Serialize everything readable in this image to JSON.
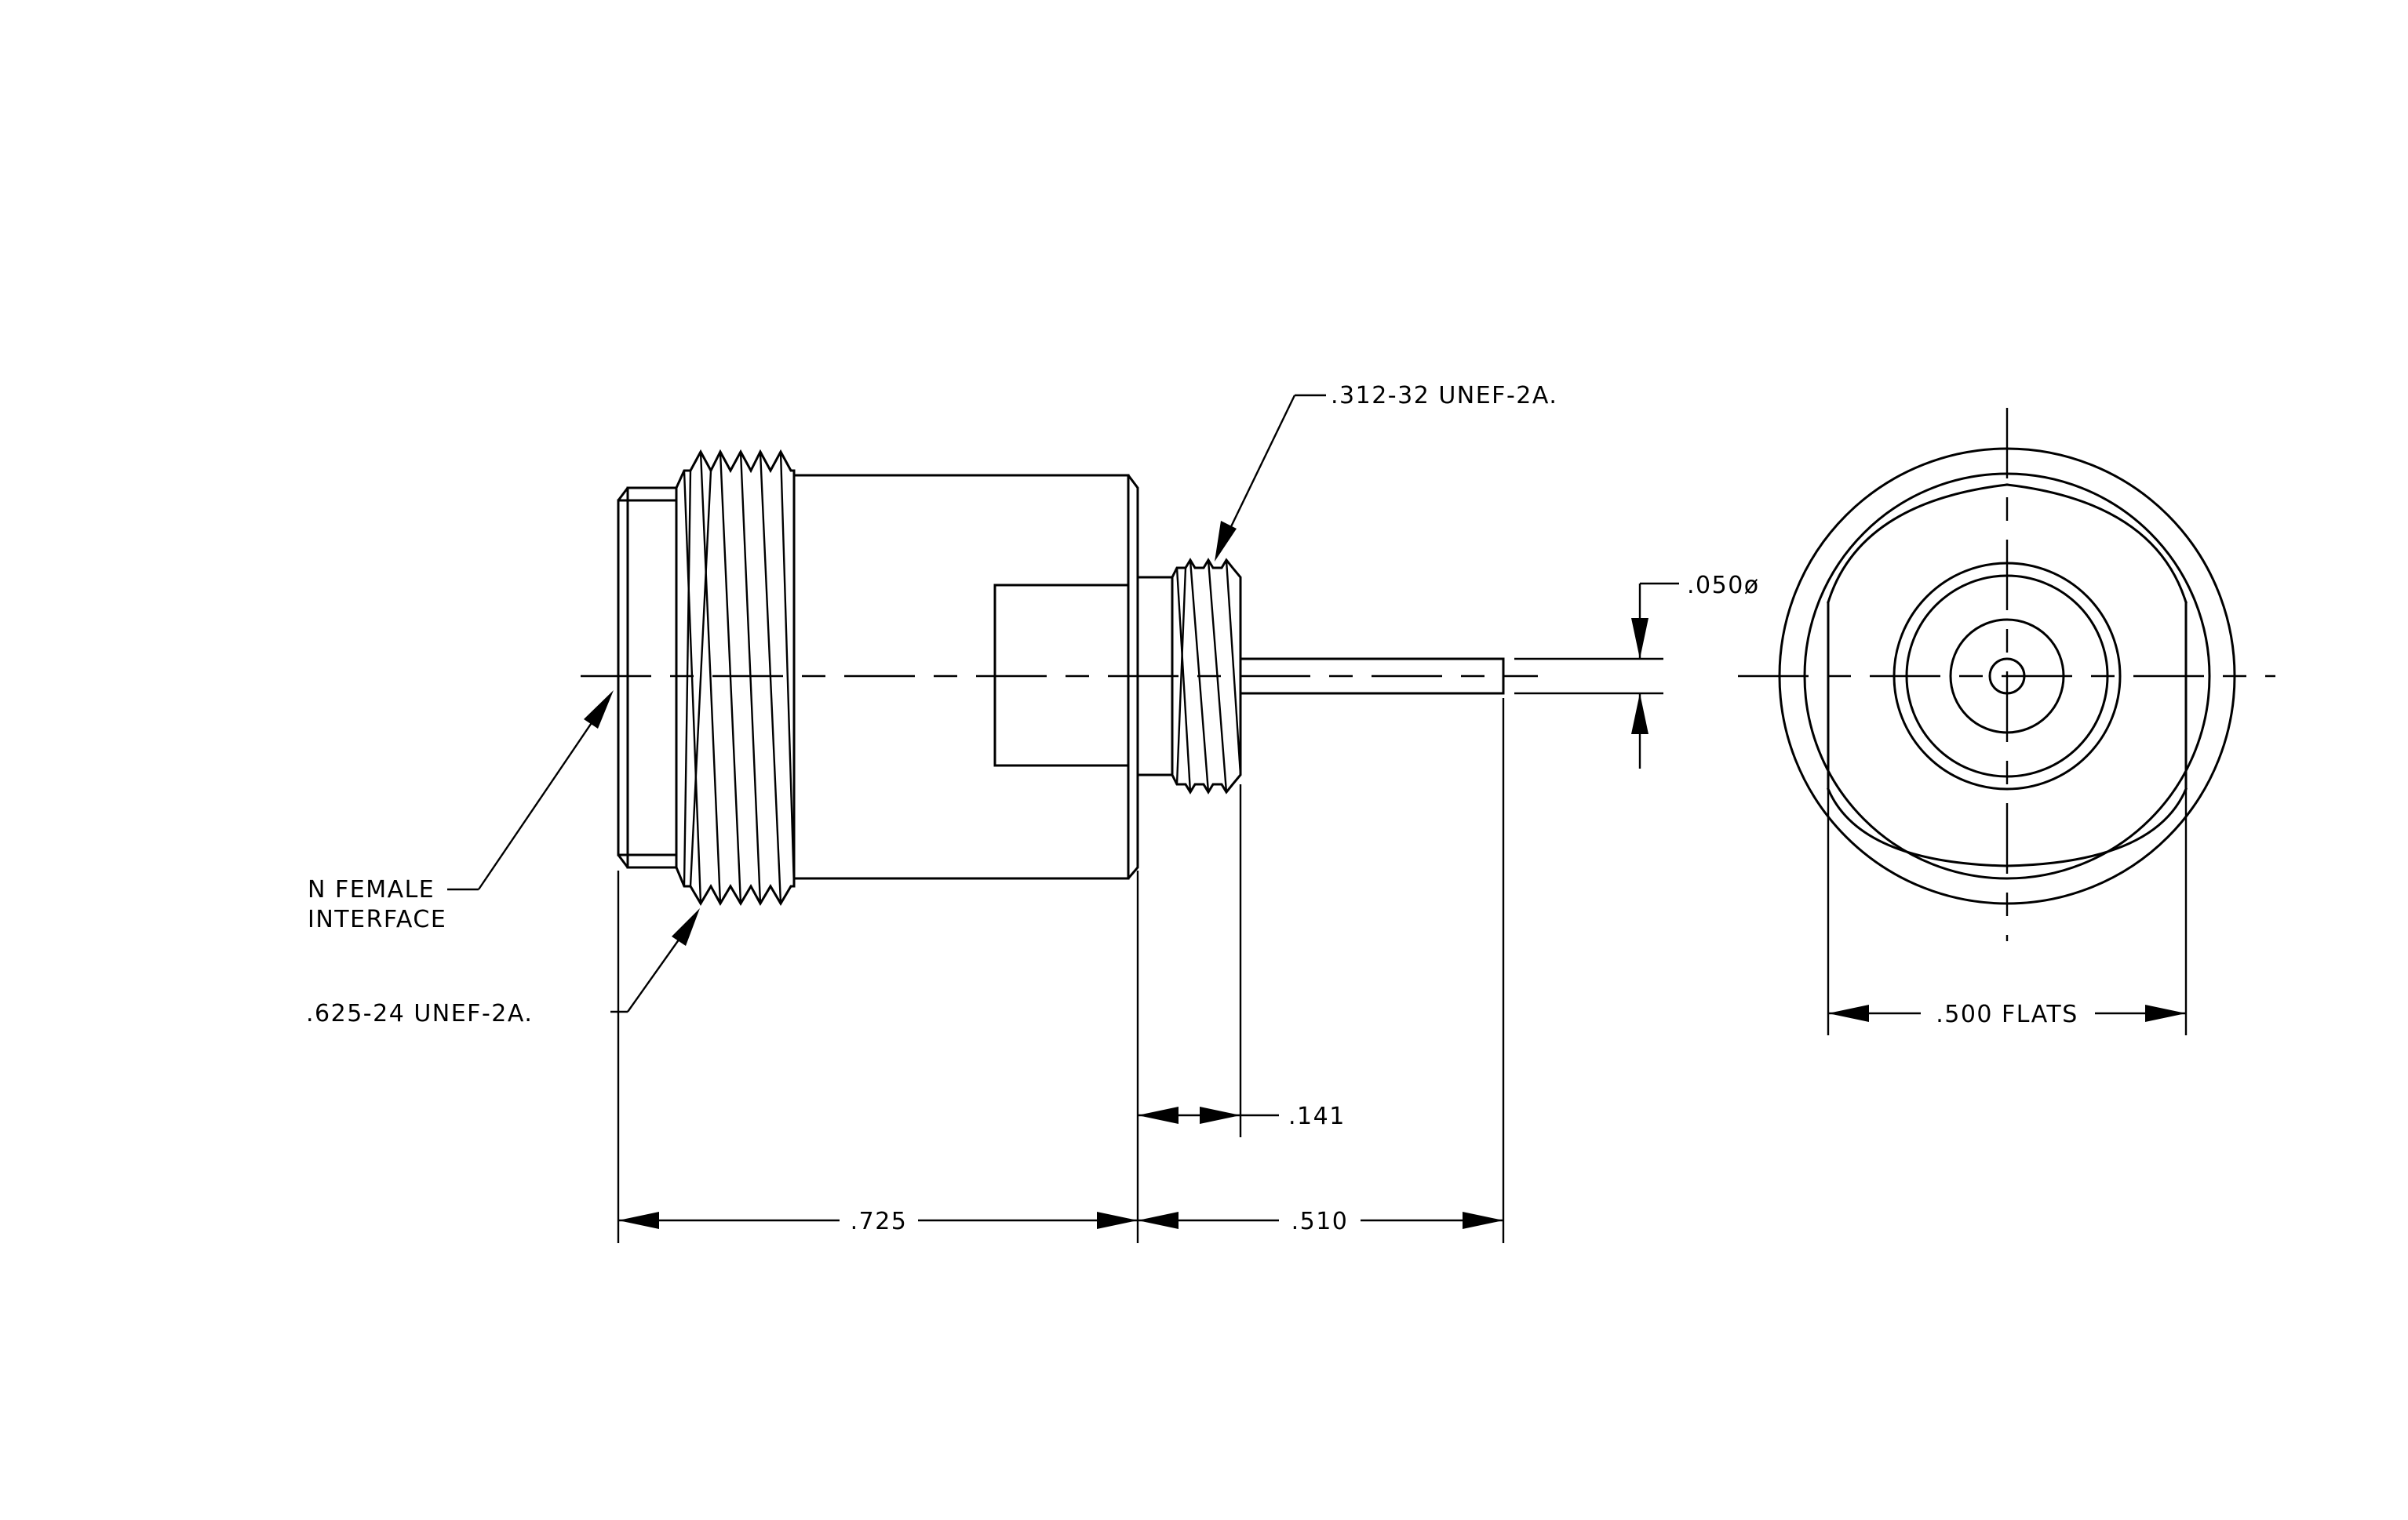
{
  "labels": {
    "n_female_line1": "N FEMALE",
    "n_female_line2": "INTERFACE",
    "thread_large": ".625-24 UNEF-2A.",
    "thread_small": ".312-32 UNEF-2A.",
    "pin_diameter": ".050ø",
    "flats": ".500 FLATS"
  },
  "dimensions": {
    "body_length": ".725",
    "pin_length": ".510",
    "thread_length": ".141"
  }
}
